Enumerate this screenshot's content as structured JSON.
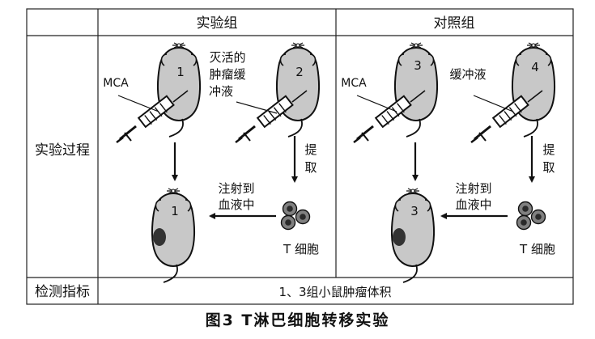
{
  "table": {
    "col_experiment": "实验组",
    "col_control": "对照组",
    "row_process": "实验过程",
    "row_indicator": "检测指标",
    "indicator_value": "1、3组小鼠肿瘤体积"
  },
  "mice": {
    "m1": "1",
    "m2": "2",
    "m3": "3",
    "m4": "4",
    "r1": "1",
    "r3": "3"
  },
  "labels": {
    "mca_left": "MCA",
    "mca_right": "MCA",
    "inactivated_line1": "灭活的",
    "inactivated_line2": "肿瘤缓",
    "inactivated_line3": "冲液",
    "buffer": "缓冲液",
    "extract_1_a": "提",
    "extract_1_b": "取",
    "extract_2_a": "提",
    "extract_2_b": "取",
    "inject_1_a": "注射到",
    "inject_1_b": "血液中",
    "inject_2_a": "注射到",
    "inject_2_b": "血液中",
    "tcell_1": "T 细胞",
    "tcell_2": "T 细胞"
  },
  "caption": "图3  T淋巴细胞转移实验",
  "colors": {
    "mouse_body": "#c8c8c8",
    "tumor": "#333333",
    "tcell_outer": "#808080",
    "tcell_inner": "#2a2a2a",
    "line": "#111111"
  }
}
